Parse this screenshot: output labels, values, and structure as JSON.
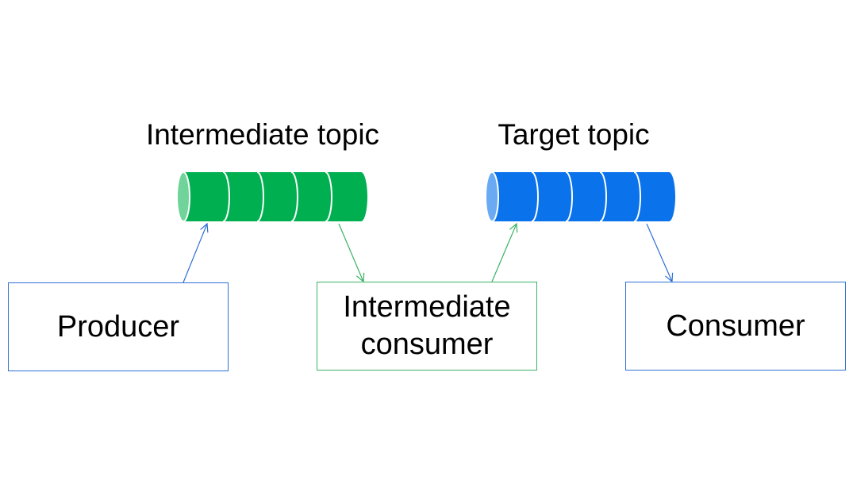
{
  "topics": {
    "intermediate": {
      "title": "Intermediate topic",
      "color": "#00b050",
      "cap_color": "#6fd39a",
      "segments": 5
    },
    "target": {
      "title": "Target topic",
      "color": "#0a72ea",
      "cap_color": "#6aaaf2",
      "segments": 5
    }
  },
  "boxes": {
    "producer": {
      "label": "Producer",
      "border_color": "#2f6fd6"
    },
    "intermediate_consumer": {
      "label": "Intermediate consumer",
      "border_color": "#3bb265"
    },
    "consumer": {
      "label": "Consumer",
      "border_color": "#2f6fd6"
    }
  },
  "arrows": {
    "blue": "#2f6fd6",
    "green": "#3bb265"
  }
}
